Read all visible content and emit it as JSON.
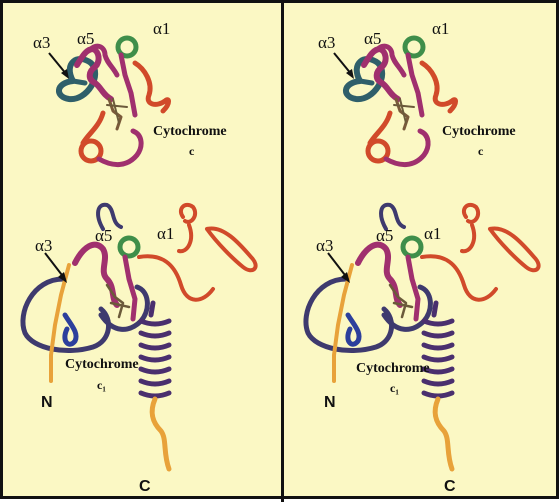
{
  "labels": {
    "alpha3": "α3",
    "alpha5": "α5",
    "alpha1": "α1",
    "top_protein_name": "Cytochrome",
    "top_protein_suffix": "c",
    "bottom_protein_name": "Cytochrome",
    "bottom_protein_suffix": "c₁",
    "n_terminus": "N",
    "c_terminus": "C"
  },
  "colors": {
    "background": "#fbf8c4",
    "border": "#111111",
    "helix_magenta": "#a0306e",
    "helix_green": "#3f8e4a",
    "loop_red": "#d14a2a",
    "loop_dark": "#3e3a6e",
    "loop_teal": "#2f5f6a",
    "loop_blue": "#2c3f9c",
    "helix_purple": "#4a2f6e",
    "tail_orange": "#e8a23a"
  }
}
